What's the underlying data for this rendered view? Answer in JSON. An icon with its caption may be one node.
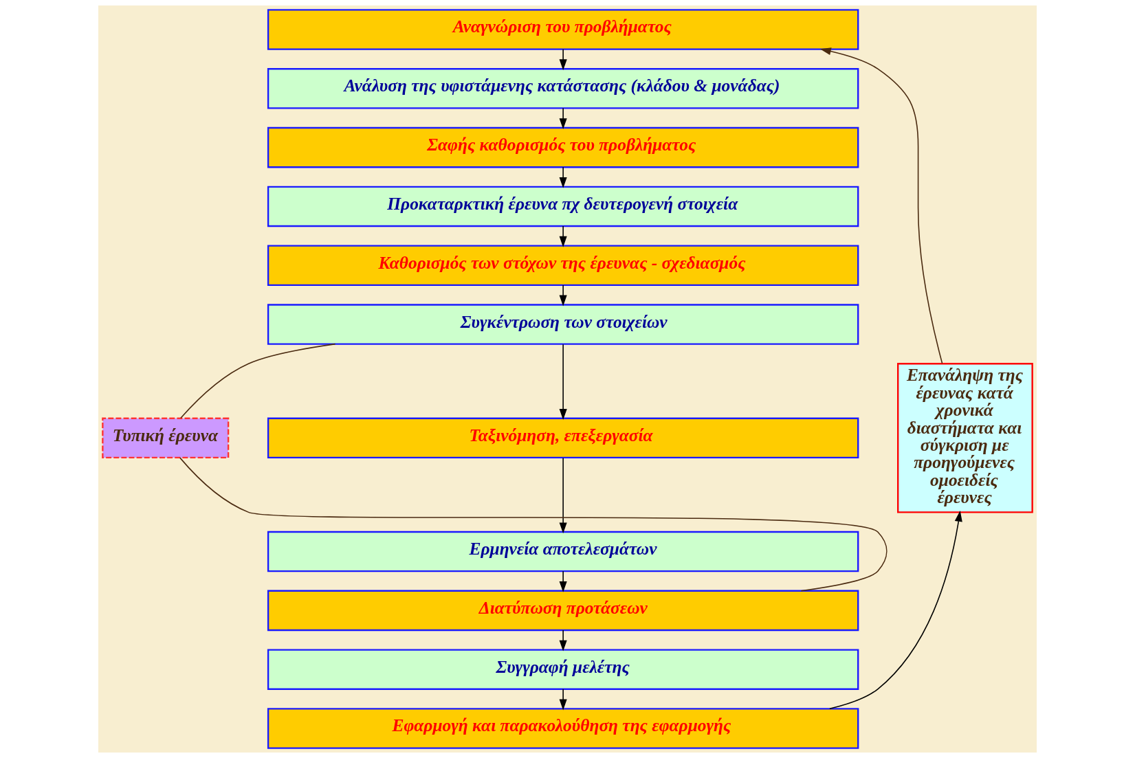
{
  "diagram": {
    "nodes": [
      {
        "text": [
          "Αναγνώριση του προβλήματος"
        ]
      },
      {
        "text": [
          "Ανάλυση της υφιστάμενης κατάστασης (κλάδου & μονάδας)"
        ]
      },
      {
        "text": [
          "Σαφής καθορισμός του προβλήματος"
        ]
      },
      {
        "text": [
          "Προκαταρκτική έρευνα πχ δευτερογενή στοιχεία"
        ]
      },
      {
        "text": [
          "Καθορισμός των στόχων της έρευνας - σχεδιασμός"
        ]
      },
      {
        "text": [
          "Συγκέντρωση των στοιχείων"
        ]
      },
      {
        "text": [
          "Ταξινόμηση, επεξεργασία"
        ]
      },
      {
        "text": [
          "Ερμηνεία αποτελεσμάτων"
        ]
      },
      {
        "text": [
          "Διατύπωση προτάσεων"
        ]
      },
      {
        "text": [
          "Συγγραφή μελέτης"
        ]
      },
      {
        "text": [
          "Εφαρμογή και παρακολούθηση της εφαρμογής"
        ]
      },
      {
        "text": [
          "Τυπική έρευνα"
        ]
      },
      {
        "text": [
          "Επανάληψη της έρευνας κατά χρονικά διαστήματα και σύγκριση με προηγούμενες ομοειδείς έρευνες"
        ]
      }
    ],
    "edges": [
      {
        "from": 0,
        "to": 1,
        "arrow": "to"
      },
      {
        "from": 1,
        "to": 2,
        "arrow": "to"
      },
      {
        "from": 2,
        "to": 3,
        "arrow": "to"
      },
      {
        "from": 3,
        "to": 4,
        "arrow": "to"
      },
      {
        "from": 4,
        "to": 5,
        "arrow": "to"
      },
      {
        "from": 5,
        "to": 6,
        "arrow": "to"
      },
      {
        "from": 6,
        "to": 7,
        "arrow": "to"
      },
      {
        "from": 7,
        "to": 8,
        "arrow": "to"
      },
      {
        "from": 8,
        "to": 9,
        "arrow": "to"
      },
      {
        "from": 9,
        "to": 10,
        "arrow": "to"
      },
      {
        "from": 10,
        "to": 12,
        "arrow": "to"
      },
      {
        "from": 12,
        "to": 0,
        "arrow": "to",
        "color": "#4a2a10"
      },
      {
        "from": 11,
        "to": 5,
        "arrow": "none",
        "color": "#4a2a10"
      },
      {
        "from": 11,
        "to": 8,
        "arrow": "none",
        "color": "#4a2a10"
      }
    ]
  }
}
